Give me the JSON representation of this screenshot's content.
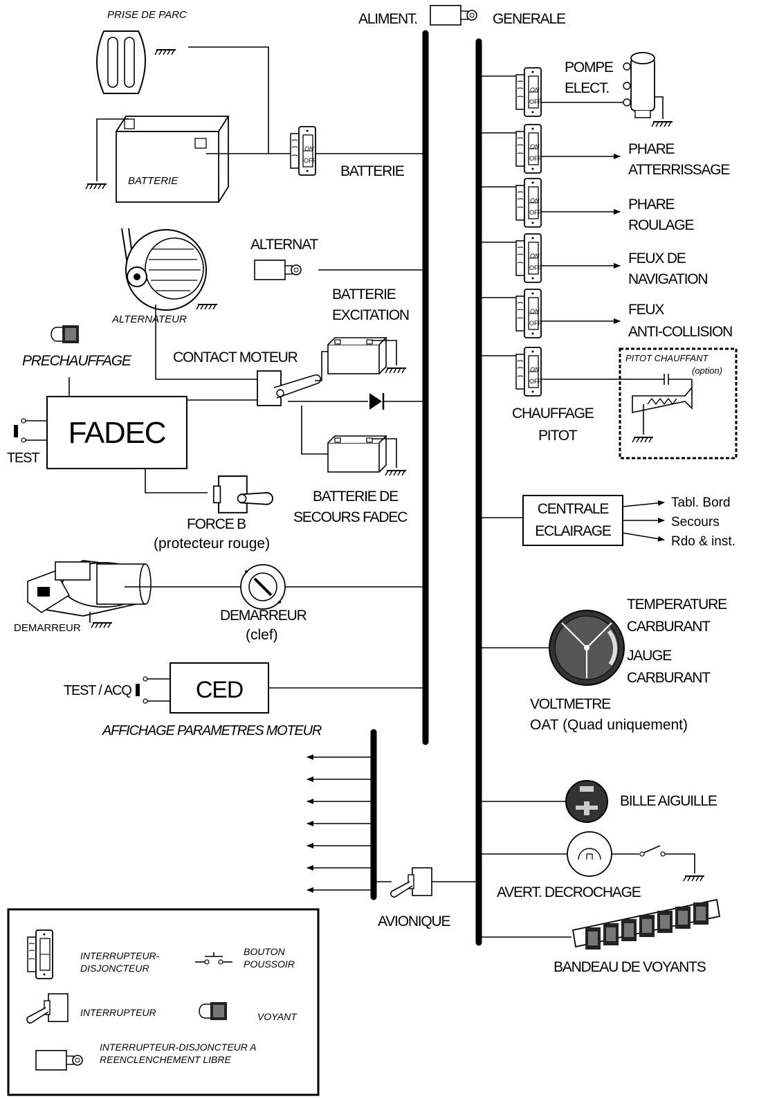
{
  "labels": {
    "alim_left": "ALIMENT.",
    "alim_right": "GENERALE",
    "prise_parc": "PRISE DE PARC",
    "batterie_box": "BATTERIE",
    "batterie_switch": "BATTERIE",
    "alternat": "ALTERNAT",
    "alternateur": "ALTERNATEUR",
    "batterie_excitation_1": "BATTERIE",
    "batterie_excitation_2": "EXCITATION",
    "prechauffage": "PRECHAUFFAGE",
    "contact_moteur": "CONTACT MOTEUR",
    "fadec": "FADEC",
    "test": "TEST",
    "batterie_secours_1": "BATTERIE DE",
    "batterie_secours_2": "SECOURS FADEC",
    "force_b_1": "FORCE B",
    "force_b_2": "(protecteur rouge)",
    "demarreur_motor": "DEMARREUR",
    "demarreur_key_1": "DEMARREUR",
    "demarreur_key_2": "(clef)",
    "test_acq": "TEST / ACQ",
    "ced": "CED",
    "affichage": "AFFICHAGE PARAMETRES MOTEUR",
    "avionique": "AVIONIQUE",
    "pompe_1": "POMPE",
    "pompe_2": "ELECT.",
    "phare_att_1": "PHARE",
    "phare_att_2": "ATTERRISSAGE",
    "phare_roul_1": "PHARE",
    "phare_roul_2": "ROULAGE",
    "feux_nav_1": "FEUX DE",
    "feux_nav_2": "NAVIGATION",
    "feux_ac_1": "FEUX",
    "feux_ac_2": "ANTI-COLLISION",
    "pitot_chauffant": "PITOT CHAUFFANT",
    "pitot_option": "(option)",
    "chauffage_1": "CHAUFFAGE",
    "chauffage_2": "PITOT",
    "centrale_1": "CENTRALE",
    "centrale_2": "ECLAIRAGE",
    "tabl_bord": "Tabl. Bord",
    "secours": "Secours",
    "rdo_inst": "Rdo & inst.",
    "temperature": "TEMPERATURE",
    "carburant_1": "CARBURANT",
    "jauge": "JAUGE",
    "carburant_2": "CARBURANT",
    "voltmetre": "VOLTMETRE",
    "oat": "OAT (Quad uniquement)",
    "bille": "BILLE AIGUILLE",
    "avert": "AVERT. DECROCHAGE",
    "bandeau": "BANDEAU DE VOYANTS",
    "switch_on": "ON",
    "switch_off": "OFF"
  },
  "legend": {
    "interrupteur_disjoncteur_1": "INTERRUPTEUR-",
    "interrupteur_disjoncteur_2": "DISJONCTEUR",
    "bouton_1": "BOUTON",
    "bouton_2": "POUSSOIR",
    "interrupteur": "INTERRUPTEUR",
    "voyant": "VOYANT",
    "reenclenchement_1": "INTERRUPTEUR-DISJONCTEUR A",
    "reenclenchement_2": "REENCLENCHEMENT LIBRE"
  }
}
